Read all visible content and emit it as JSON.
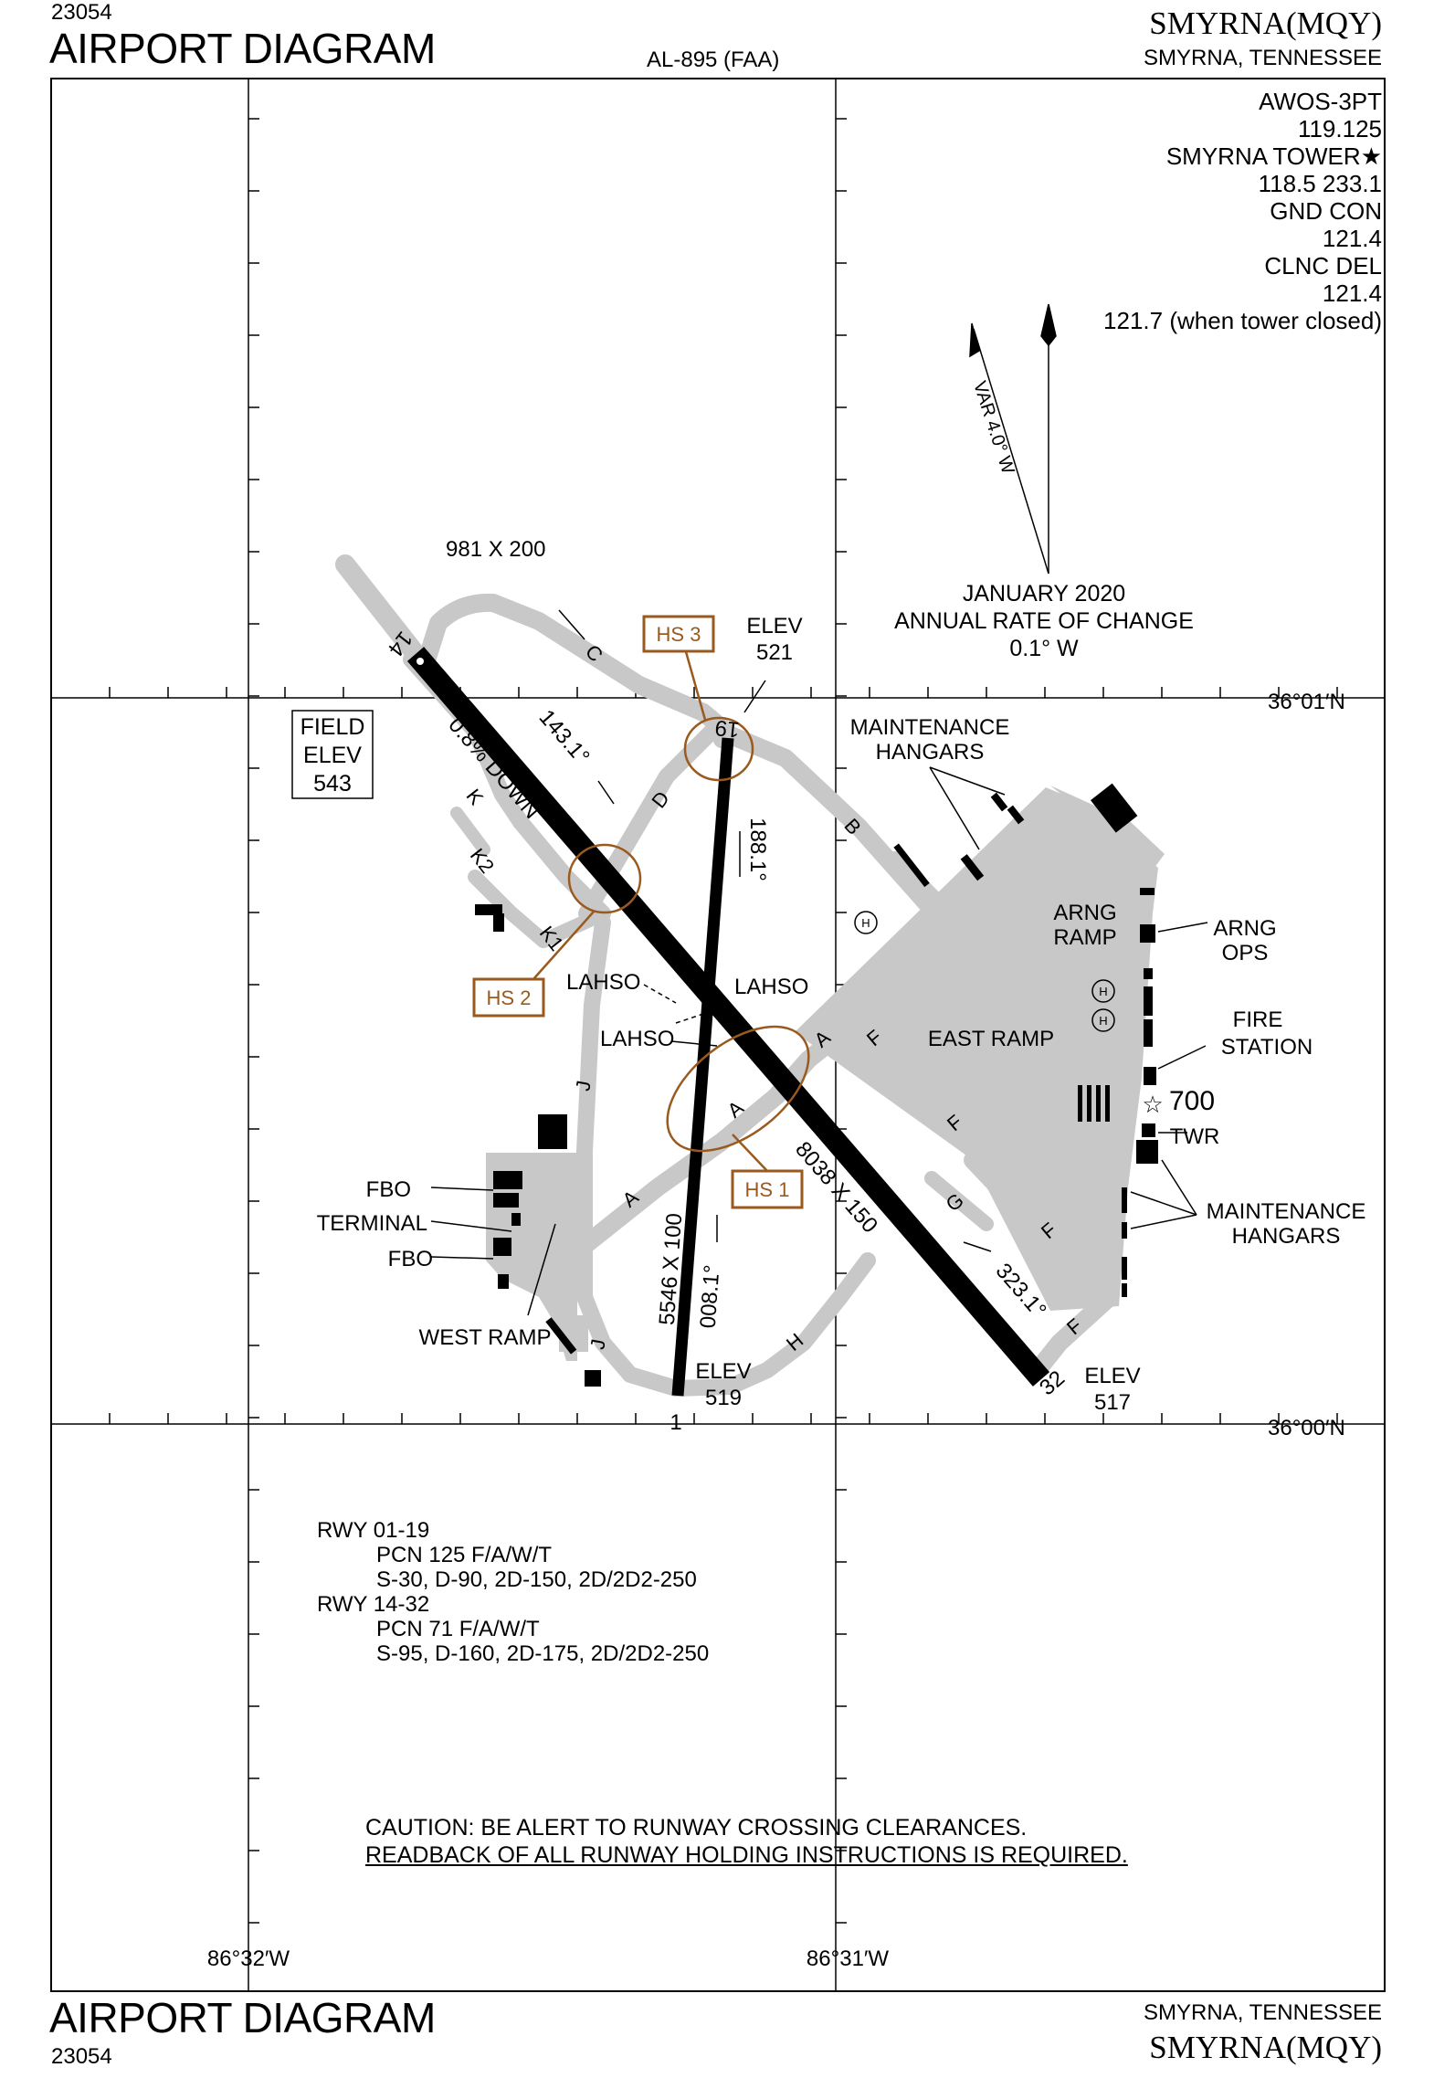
{
  "header": {
    "chart_number": "23054",
    "title": "AIRPORT DIAGRAM",
    "procedure_id": "AL-895 (FAA)",
    "airport_name": "SMYRNA",
    "airport_ident": "(MQY)",
    "location": "SMYRNA, TENNESSEE"
  },
  "footer": {
    "title": "AIRPORT DIAGRAM",
    "chart_number": "23054",
    "location": "SMYRNA, TENNESSEE",
    "airport_name": "SMYRNA",
    "airport_ident": "(MQY)"
  },
  "frequencies": {
    "awos": "AWOS-3PT",
    "awos_freq": "119.125",
    "tower": "SMYRNA TOWER",
    "tower_freq": "118.5 233.1",
    "gnd": "GND CON",
    "gnd_freq": "121.4",
    "clnc": "CLNC DEL",
    "clnc_freq": "121.4",
    "clnc_alt": "121.7 (when tower closed)"
  },
  "variation": {
    "var_label": "VAR 4.0° W",
    "date": "JANUARY 2020",
    "rate_label": "ANNUAL RATE OF CHANGE",
    "rate": "0.1° W"
  },
  "coordinates": {
    "lat_north": "36°01′N",
    "lat_south": "36°00′N",
    "lon_west": "86°32′W",
    "lon_east": "86°31′W"
  },
  "runways": {
    "rwy_14_32": {
      "dimensions": "8038 X 150",
      "heading_14": "143.1°",
      "heading_32": "323.1°",
      "gradient": "0.8% DOWN",
      "end_14": "14",
      "end_32": "32",
      "elev_32_label": "ELEV",
      "elev_32": "517",
      "overrun": "981 X 200"
    },
    "rwy_01_19": {
      "dimensions": "5546 X 100",
      "heading_19": "188.1°",
      "heading_01": "008.1°",
      "end_19": "19",
      "end_01": "1",
      "elev_19_label": "ELEV",
      "elev_19": "521",
      "elev_01_label": "ELEV",
      "elev_01": "519"
    }
  },
  "field_elev": {
    "line1": "FIELD",
    "line2": "ELEV",
    "value": "543"
  },
  "hot_spots": [
    "HS 1",
    "HS 2",
    "HS 3"
  ],
  "lahso": [
    "LAHSO",
    "LAHSO",
    "LAHSO"
  ],
  "taxiways": {
    "A": "A",
    "B": "B",
    "C": "C",
    "D": "D",
    "F": "F",
    "G": "G",
    "H": "H",
    "J": "J",
    "K": "K",
    "K1": "K1",
    "K2": "K2"
  },
  "facilities": {
    "maint_hangars_1": "MAINTENANCE",
    "maint_hangars_2": "HANGARS",
    "arng_ramp_1": "ARNG",
    "arng_ramp_2": "RAMP",
    "arng_ops_1": "ARNG",
    "arng_ops_2": "OPS",
    "east_ramp": "EAST RAMP",
    "fire_1": "FIRE",
    "fire_2": "STATION",
    "tower_height": "700",
    "twr": "TWR",
    "maint_hangars_s1": "MAINTENANCE",
    "maint_hangars_s2": "HANGARS",
    "fbo_1": "FBO",
    "terminal": "TERMINAL",
    "fbo_2": "FBO",
    "west_ramp": "WEST RAMP",
    "heli": "H"
  },
  "notes": {
    "rwy1": "RWY 01-19",
    "rwy1_pcn": "PCN 125 F/A/W/T",
    "rwy1_wt": "S-30, D-90, 2D-150, 2D/2D2-250",
    "rwy2": "RWY 14-32",
    "rwy2_pcn": "PCN 71 F/A/W/T",
    "rwy2_wt": "S-95, D-160, 2D-175, 2D/2D2-250"
  },
  "caution": {
    "line1": "CAUTION: BE ALERT TO RUNWAY CROSSING CLEARANCES.",
    "line2": "READBACK OF ALL RUNWAY HOLDING INSTRUCTIONS IS REQUIRED."
  },
  "colors": {
    "pavement": "#c8c8c8",
    "runway": "#000000",
    "hotspot": "#9a5a1e",
    "frame": "#000000"
  }
}
